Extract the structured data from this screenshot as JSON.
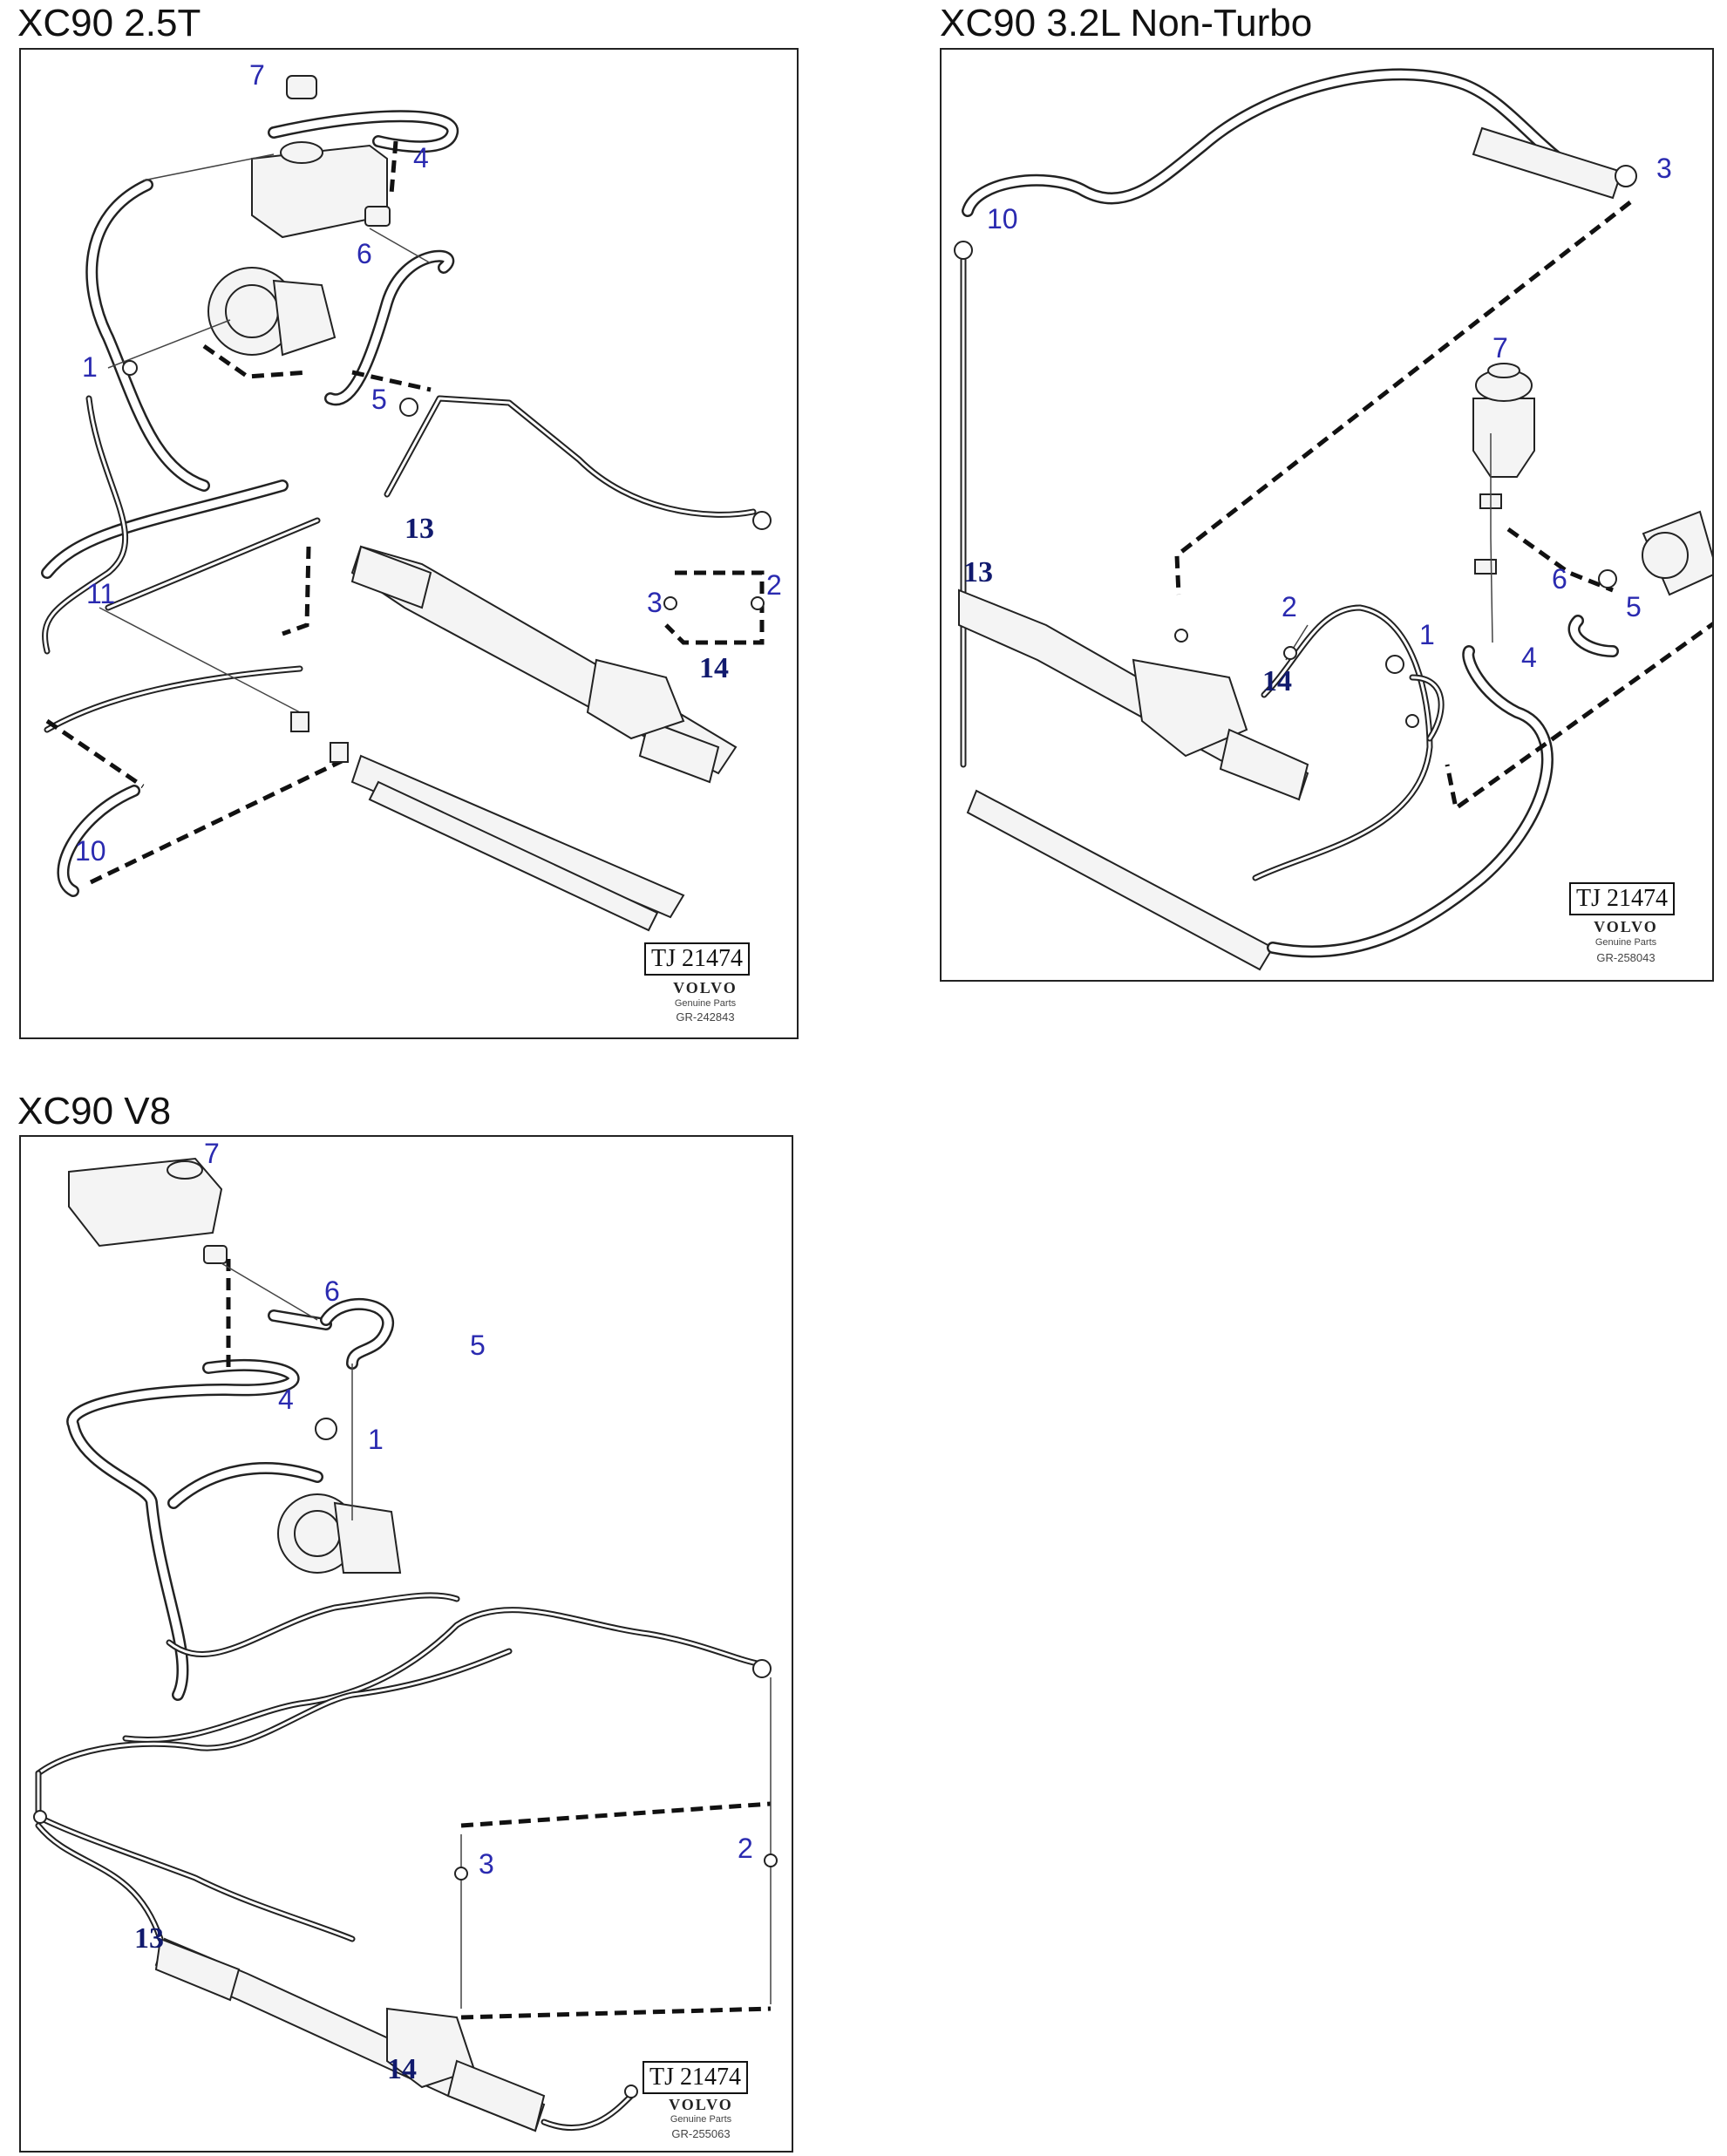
{
  "diagrams": [
    {
      "title": "XC90 2.5T",
      "labels": [
        "7",
        "4",
        "6",
        "1",
        "5",
        "13",
        "3",
        "2",
        "14",
        "11",
        "10"
      ],
      "ref": "TJ 21474",
      "brand": "VOLVO",
      "brand_sub": "Genuine Parts",
      "code": "GR-242843"
    },
    {
      "title": "XC90 3.2L Non-Turbo",
      "labels": [
        "3",
        "10",
        "7",
        "13",
        "2",
        "1",
        "14",
        "6",
        "5",
        "4"
      ],
      "ref": "TJ 21474",
      "brand": "VOLVO",
      "brand_sub": "Genuine Parts",
      "code": "GR-258043"
    },
    {
      "title": "XC90 V8",
      "labels": [
        "7",
        "6",
        "5",
        "4",
        "1",
        "3",
        "2",
        "13",
        "14"
      ],
      "ref": "TJ 21474",
      "brand": "VOLVO",
      "brand_sub": "Genuine Parts",
      "code": "GR-255063"
    }
  ]
}
